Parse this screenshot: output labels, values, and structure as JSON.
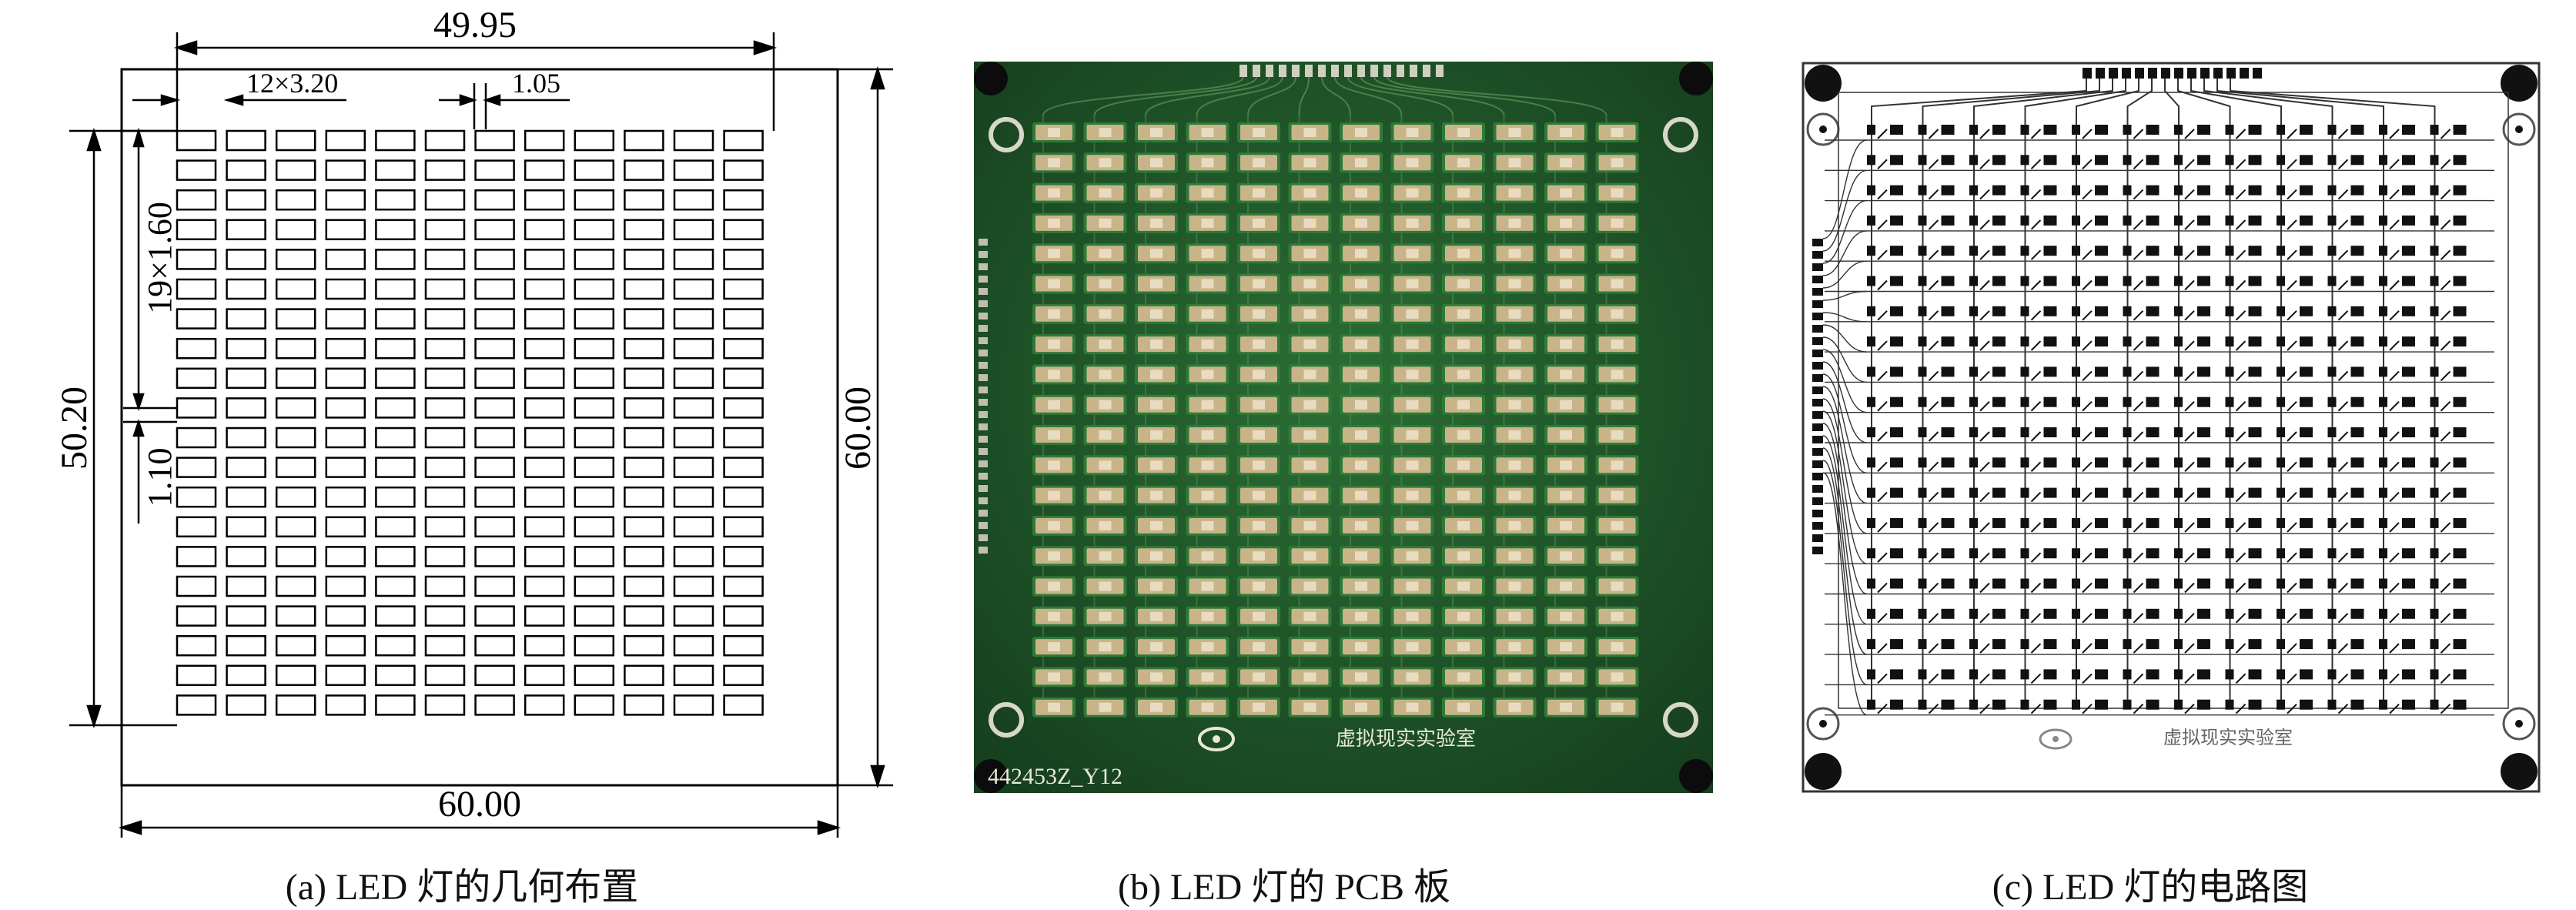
{
  "panel_a": {
    "caption": "(a) LED 灯的几何布置",
    "dim_top": "49.95",
    "dim_pitch_x": "12×3.20",
    "dim_gap_x": "1.05",
    "dim_pitch_y": "19×1.60",
    "dim_gap_y": "1.10",
    "dim_left": "50.20",
    "dim_right": "60.00",
    "dim_bottom": "60.00",
    "led_columns": 12,
    "led_rows": 20
  },
  "panel_b": {
    "caption": "(b) LED 灯的 PCB 板",
    "board_code": "442453Z_Y12",
    "logo_text": "虚拟现实实验室",
    "colors": {
      "board": "#1f5a2a",
      "board_dark": "#143f1d",
      "led": "#c9b48a",
      "trace": "#6fa56a"
    }
  },
  "panel_c": {
    "caption": "(c) LED 灯的电路图",
    "logo_text": "虚拟现实实验室",
    "colors": {
      "board": "#ffffff",
      "pad": "#111111",
      "trace": "#333333"
    }
  }
}
